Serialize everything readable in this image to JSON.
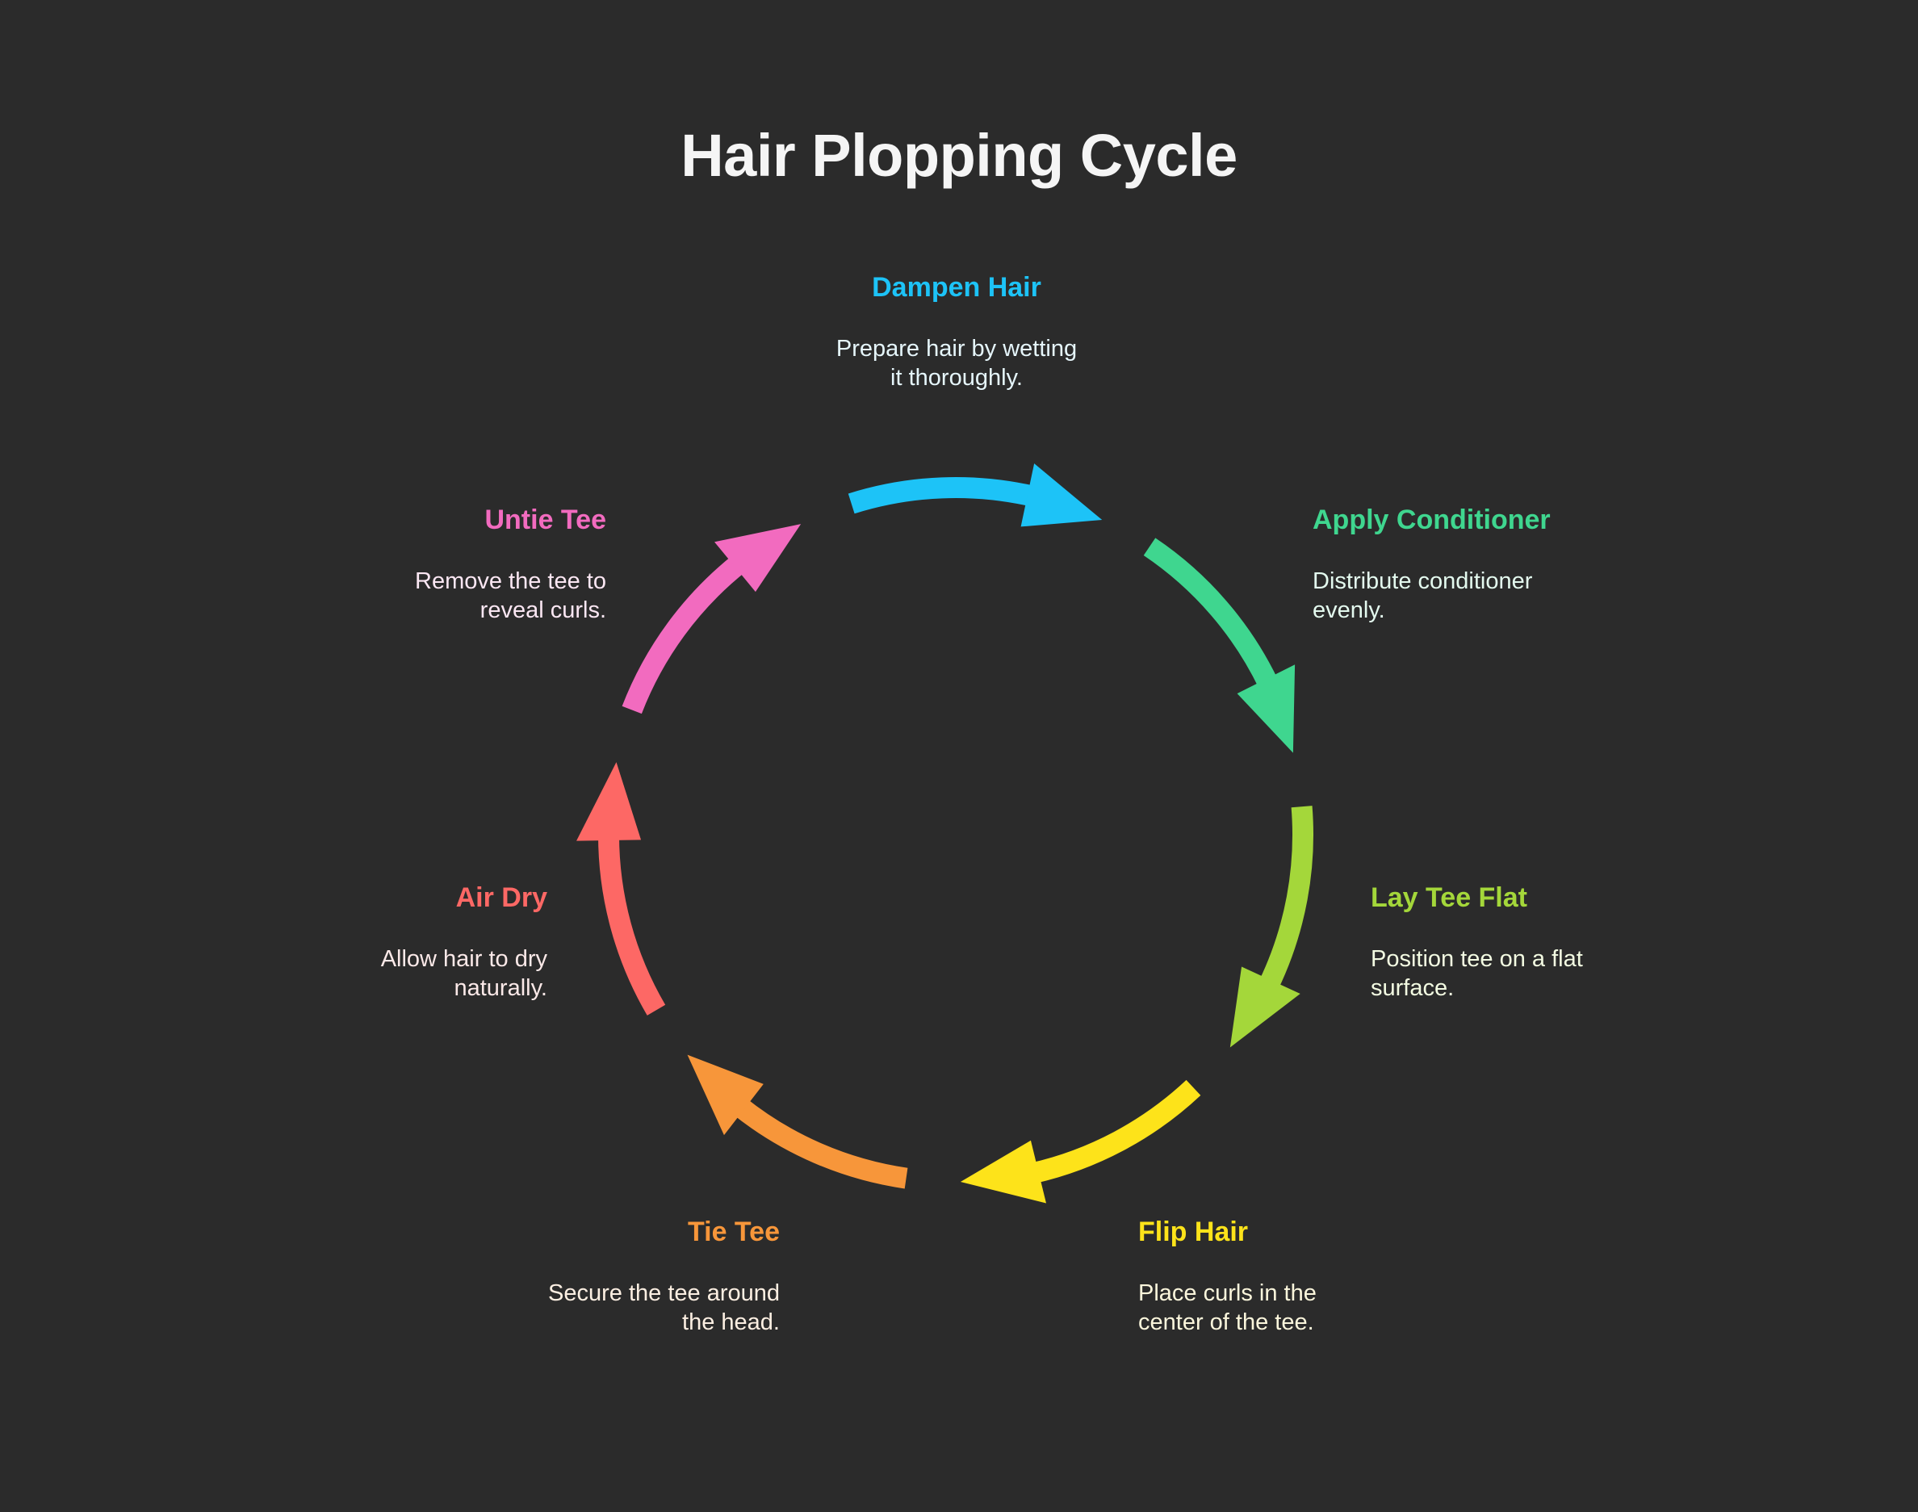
{
  "title": "Hair Plopping Cycle",
  "background": "#2b2b2b",
  "steps": [
    {
      "label": "Dampen Hair",
      "description": "Prepare hair by wetting it thoroughly.",
      "desc_lines": [
        "Prepare hair by wetting",
        "it thoroughly."
      ],
      "color": "#1dc3f7",
      "desc_color": "#e6f6fb"
    },
    {
      "label": "Apply Conditioner",
      "description": "Distribute conditioner evenly.",
      "desc_lines": [
        "Distribute conditioner",
        "evenly."
      ],
      "color": "#3fd68f",
      "desc_color": "#e4faef"
    },
    {
      "label": "Lay Tee Flat",
      "description": "Position tee on a flat surface.",
      "desc_lines": [
        "Position tee on a flat",
        "surface."
      ],
      "color": "#a4d73a",
      "desc_color": "#f3fbe2"
    },
    {
      "label": "Flip Hair",
      "description": "Place curls in the center of the tee.",
      "desc_lines": [
        "Place curls in the",
        "center of the tee."
      ],
      "color": "#fde31a",
      "desc_color": "#fbf6dc"
    },
    {
      "label": "Tie Tee",
      "description": "Secure the tee around the head.",
      "desc_lines": [
        "Secure the tee around",
        "the head."
      ],
      "color": "#f7963a",
      "desc_color": "#fcefe2"
    },
    {
      "label": "Air Dry",
      "description": "Allow hair to dry naturally.",
      "desc_lines": [
        "Allow hair to dry",
        "naturally."
      ],
      "color": "#fd6865",
      "desc_color": "#fbe9e8"
    },
    {
      "label": "Untie Tee",
      "description": "Remove the tee to reveal curls.",
      "desc_lines": [
        "Remove the tee to",
        "reveal curls."
      ],
      "color": "#f26bbf",
      "desc_color": "#fbe7f3"
    }
  ]
}
